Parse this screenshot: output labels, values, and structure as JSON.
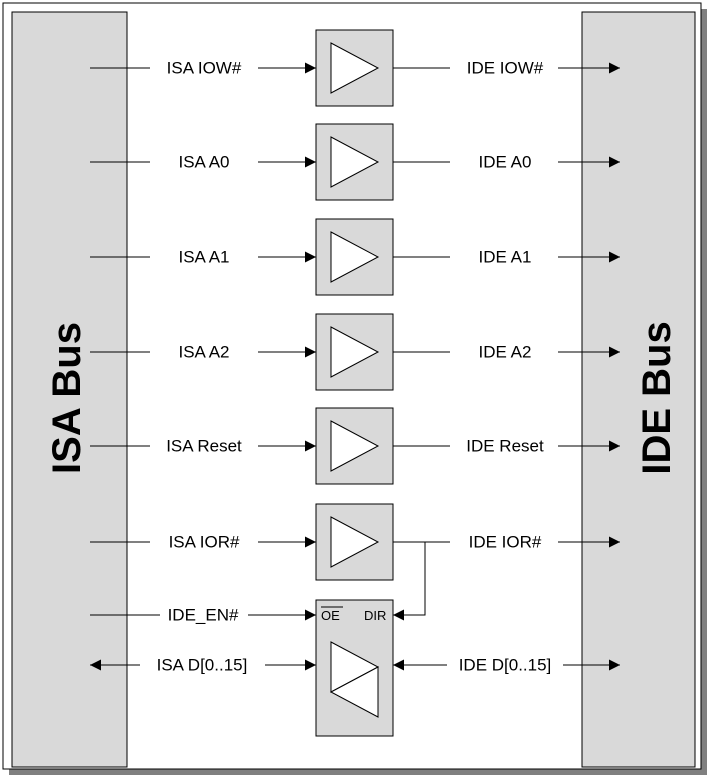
{
  "left_bus": {
    "title": "ISA Bus"
  },
  "right_bus": {
    "title": "IDE Bus"
  },
  "signals": [
    {
      "left": "ISA IOW#",
      "right": "IDE IOW#"
    },
    {
      "left": "ISA A0",
      "right": "IDE A0"
    },
    {
      "left": "ISA A1",
      "right": "IDE A1"
    },
    {
      "left": "ISA A2",
      "right": "IDE A2"
    },
    {
      "left": "ISA Reset",
      "right": "IDE Reset"
    },
    {
      "left": "ISA IOR#",
      "right": "IDE IOR#"
    }
  ],
  "enable_signal": "IDE_EN#",
  "transceiver": {
    "oe_label": "OE",
    "dir_label": "DIR"
  },
  "data_bus": {
    "left": "ISA D[0..15]",
    "right": "IDE D[0..15]"
  },
  "colors": {
    "bus_fill": "#d9d9d9",
    "buffer_fill": "#d9d9d9",
    "line": "#000000",
    "shadow": "#808080"
  }
}
